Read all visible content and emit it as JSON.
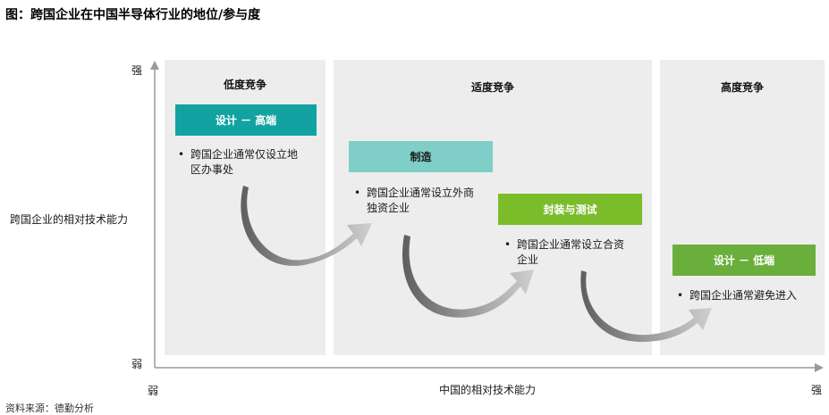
{
  "title": "图：跨国企业在中国半导体行业的地位/参与度",
  "panels": {
    "low": {
      "title": "低度竞争"
    },
    "mid": {
      "title": "适度竞争"
    },
    "high": {
      "title": "高度竞争"
    }
  },
  "stages": {
    "design_high": {
      "label": "设计 － 高端",
      "color": "#13a2a2",
      "bullet_line1": "跨国企业通常仅设立地",
      "bullet_line2": "区办事处"
    },
    "manufacturing": {
      "label": "制造",
      "color": "#7fcfc8",
      "bullet_line1": "跨国企业通常设立外商",
      "bullet_line2": "独资企业"
    },
    "packaging_testing": {
      "label": "封装与测试",
      "color": "#7bbc2a",
      "bullet_line1": "跨国企业通常设立合资",
      "bullet_line2": "企业"
    },
    "design_low": {
      "label": "设计 － 低端",
      "color": "#6aae3c",
      "bullet_line1": "跨国企业通常避免进入"
    }
  },
  "axes": {
    "y_title": "跨国企业的相对技术能力",
    "y_top": "强",
    "y_bottom": "弱",
    "x_title": "中国的相对技术能力",
    "x_left": "弱",
    "x_right": "强"
  },
  "source": "资料来源：德勤分析"
}
